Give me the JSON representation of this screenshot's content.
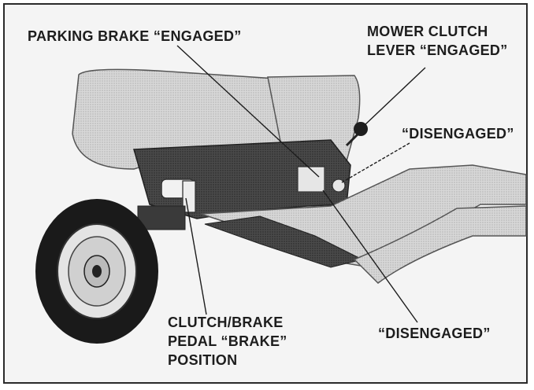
{
  "labels": {
    "parking_brake": "PARKING BRAKE “ENGAGED”",
    "mower_clutch_line1": "MOWER CLUTCH",
    "mower_clutch_line2": "LEVER “ENGAGED”",
    "disengaged_upper": "“DISENGAGED”",
    "disengaged_lower": "“DISENGAGED”",
    "pedal_line1": "CLUTCH/BRAKE",
    "pedal_line2": "PEDAL “BRAKE”",
    "pedal_line3": "POSITION"
  },
  "colors": {
    "ink": "#1d1d1d",
    "background": "#f4f4f4",
    "body_shade": "#bdbdbd",
    "dark_panel": "#3a3a3a"
  }
}
